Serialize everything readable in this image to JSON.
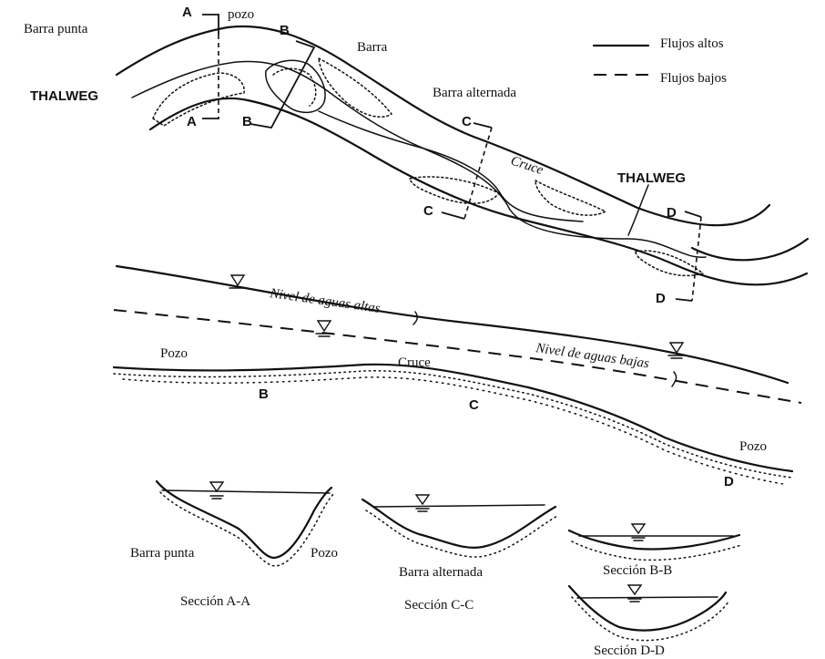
{
  "legend": {
    "high_flow": "Flujos altos",
    "low_flow": "Flujos bajos"
  },
  "plan_view": {
    "point_bar": "Barra punta",
    "pool": "pozo",
    "bar": "Barra",
    "alternate_bar": "Barra alternada",
    "crossing": "Cruce",
    "thalweg_left": "THALWEG",
    "thalweg_right": "THALWEG",
    "cut_a_top": "A",
    "cut_a_bottom": "A",
    "cut_b_top": "B",
    "cut_b_bottom": "B",
    "cut_c_top": "C",
    "cut_c_bottom": "C",
    "cut_d_top": "D",
    "cut_d_bottom": "D"
  },
  "profile": {
    "high_water": "Nivel de aguas altas",
    "low_water": "Nivel de aguas bajas",
    "pool_left": "Pozo",
    "crossing": "Cruce",
    "pool_right": "Pozo",
    "mark_b": "B",
    "mark_c": "C",
    "mark_d": "D"
  },
  "sections": {
    "aa_left_label": "Barra punta",
    "aa_right_label": "Pozo",
    "aa_title": "Sección A-A",
    "cc_label": "Barra alternada",
    "cc_title": "Sección C-C",
    "bb_title": "Sección B-B",
    "dd_title": "Sección D-D"
  }
}
